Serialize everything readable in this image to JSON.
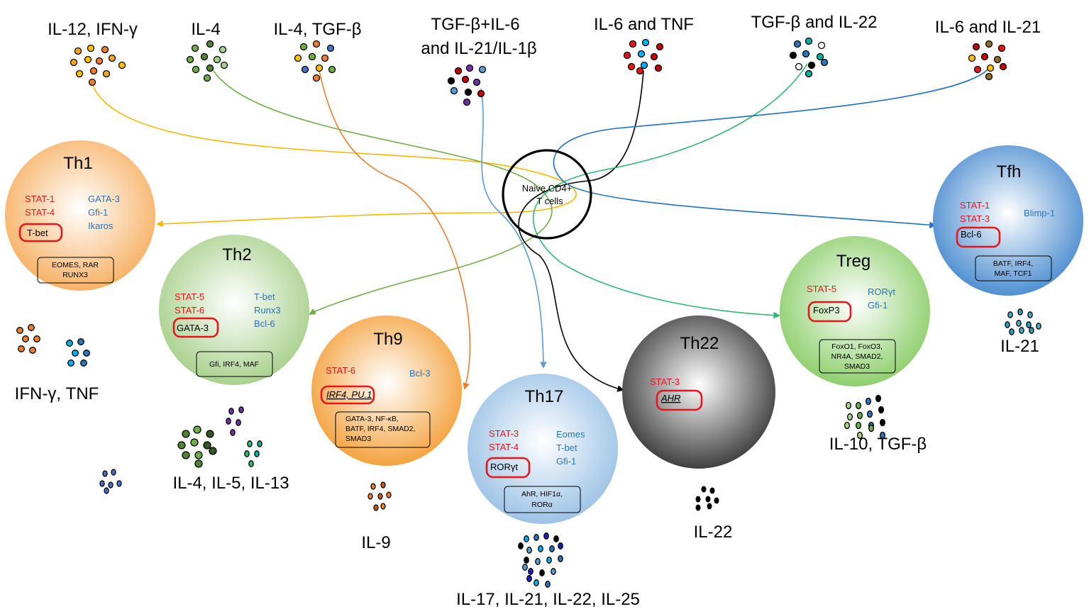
{
  "center_cell": {
    "label_line1": "Naive CD4+",
    "label_line2": "T cells"
  },
  "stimuli": [
    {
      "id": "il12",
      "label": "IL-12, IFN-γ",
      "color": "#f5a623"
    },
    {
      "id": "il4",
      "label": "IL-4",
      "color": "#70ad47"
    },
    {
      "id": "il4tgf",
      "label": "IL-4, TGF-β",
      "color": "#ed7d31"
    },
    {
      "id": "th17stim",
      "label_line1": "TGF-β+IL-6",
      "label_line2": "and IL-21/IL-1β",
      "color": "#5b9bd5"
    },
    {
      "id": "il6tnf",
      "label": "IL-6 and TNF",
      "color": "#000000"
    },
    {
      "id": "tgfil22",
      "label": "TGF-β and IL-22",
      "color": "#2eb872"
    },
    {
      "id": "il6il21",
      "label": "IL-6 and IL-21",
      "color": "#1f6fc4"
    }
  ],
  "cells": {
    "th1": {
      "name": "Th1",
      "red": [
        "STAT-1",
        "STAT-4"
      ],
      "blue": [
        "GATA-3",
        "Gfi-1",
        "Ikaros"
      ],
      "master": "T-bet",
      "box": [
        "EOMES, RAR",
        "RUNX3"
      ],
      "color": "#f7b267"
    },
    "th2": {
      "name": "Th2",
      "red": [
        "STAT-5",
        "STAT-6"
      ],
      "blue": [
        "T-bet",
        "Runx3",
        "Bcl-6"
      ],
      "master": "GATA-3",
      "box": [
        "Gfi, IRF4, MAF"
      ],
      "color": "#a9d18e"
    },
    "th9": {
      "name": "Th9",
      "red": [
        "STAT-6"
      ],
      "blue": [
        "Bcl-3"
      ],
      "master": "IRF4, PU.1",
      "box": [
        "GATA-3, NF-κB,",
        "BATF, IRF4, SMAD2,",
        "SMAD3"
      ],
      "color": "#f4a340"
    },
    "th17": {
      "name": "Th17",
      "red": [
        "STAT-3",
        "STAT-4"
      ],
      "blue": [
        "Eomes",
        "T-bet",
        "Gfi-1"
      ],
      "master": "RORγt",
      "box": [
        "AhR, HIF1α,",
        "RORα"
      ],
      "color": "#9dc3e6"
    },
    "th22": {
      "name": "Th22",
      "red": [
        "STAT-3"
      ],
      "blue": [],
      "master": "AHR",
      "box": [],
      "color": "#404040"
    },
    "treg": {
      "name": "Treg",
      "red": [
        "STAT-5"
      ],
      "blue": [
        "RORγt",
        "Gfi-1"
      ],
      "master": "FoxP3",
      "box": [
        "FoxO1, FoxO3,",
        "NR4A, SMAD2,",
        "SMAD3"
      ],
      "color": "#8fcf6e"
    },
    "tfh": {
      "name": "Tfh",
      "red": [
        "STAT-1",
        "STAT-3"
      ],
      "blue": [
        "Blimp-1"
      ],
      "master": "Bcl-6",
      "box": [
        "BATF, IRF4,",
        "MAF, TCF1"
      ],
      "color": "#4f8fd1"
    }
  },
  "outputs": {
    "th1": "IFN-γ, TNF",
    "th2": "IL-4, IL-5, IL-13",
    "th9": "IL-9",
    "th17": "IL-17, IL-21, IL-22, IL-25",
    "th22": "IL-22",
    "treg": "IL-10, TGF-β",
    "tfh": "IL-21"
  },
  "colors": {
    "highlight_ring": "#e8151b",
    "activator_text": "#e8151b",
    "repressor_text": "#2e75b6"
  }
}
